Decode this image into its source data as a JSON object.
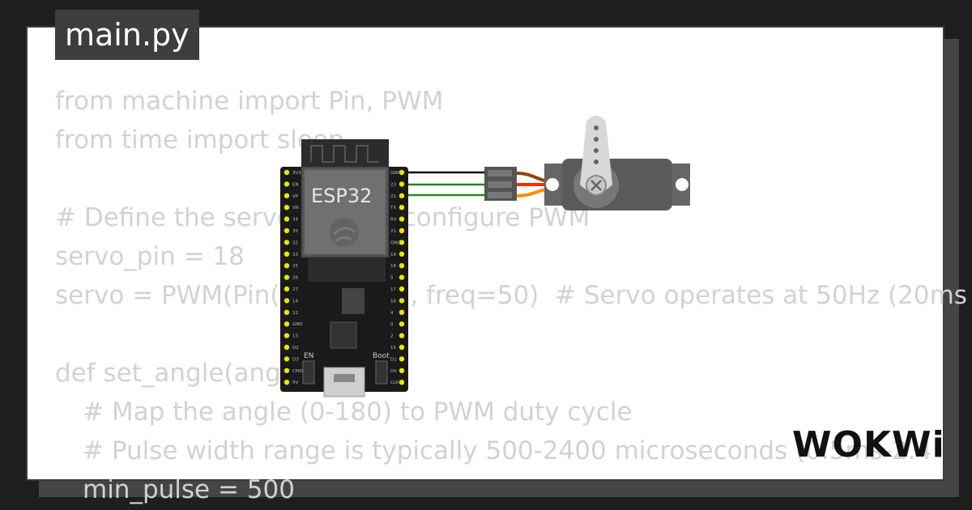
{
  "tab": {
    "filename": "main.py"
  },
  "code": {
    "lines": [
      {
        "text": "from machine import Pin, PWM",
        "indent": 0
      },
      {
        "text": "from time import sleep",
        "indent": 0
      },
      {
        "text": "",
        "indent": 0
      },
      {
        "text": "# Define the servo pin and configure PWM",
        "indent": 0
      },
      {
        "text": "servo_pin = 18",
        "indent": 0
      },
      {
        "text": "servo = PWM(Pin(servo_pin), freq=50)  # Servo operates at 50Hz (20ms",
        "indent": 0
      },
      {
        "text": "",
        "indent": 0
      },
      {
        "text": "def set_angle(angle):",
        "indent": 0
      },
      {
        "text": "# Map the angle (0-180) to PWM duty cycle",
        "indent": 1
      },
      {
        "text": "# Pulse width range is typically 500-2400 microseconds (0.5ms-2.4",
        "indent": 1
      },
      {
        "text": "min_pulse = 500",
        "indent": 1
      }
    ]
  },
  "board": {
    "name": "ESP32",
    "left_pins": [
      "3V3",
      "EN",
      "VP",
      "VN",
      "34",
      "35",
      "32",
      "33",
      "25",
      "26",
      "27",
      "14",
      "12",
      "GND",
      "13",
      "D2",
      "D3",
      "CMD",
      "5V"
    ],
    "right_pins": [
      "GND",
      "23",
      "22",
      "TX",
      "RX",
      "21",
      "GND",
      "19",
      "18",
      "5",
      "17",
      "16",
      "4",
      "0",
      "2",
      "15",
      "D1",
      "D0",
      "CLK"
    ],
    "en_label": "EN",
    "boot_label": "Boot"
  },
  "colors": {
    "board": "#1a1a1a",
    "pin": "#e8e800",
    "wire_gnd": "#000000",
    "wire_signal": "#228b22",
    "servo_body": "#5a5a5a",
    "servo_horn": "#d8d8d8",
    "servo_wire_brown": "#8b4513",
    "servo_wire_red": "#ff2a00",
    "servo_wire_orange": "#ff8c00"
  },
  "logo": {
    "text": "WOKWi"
  }
}
